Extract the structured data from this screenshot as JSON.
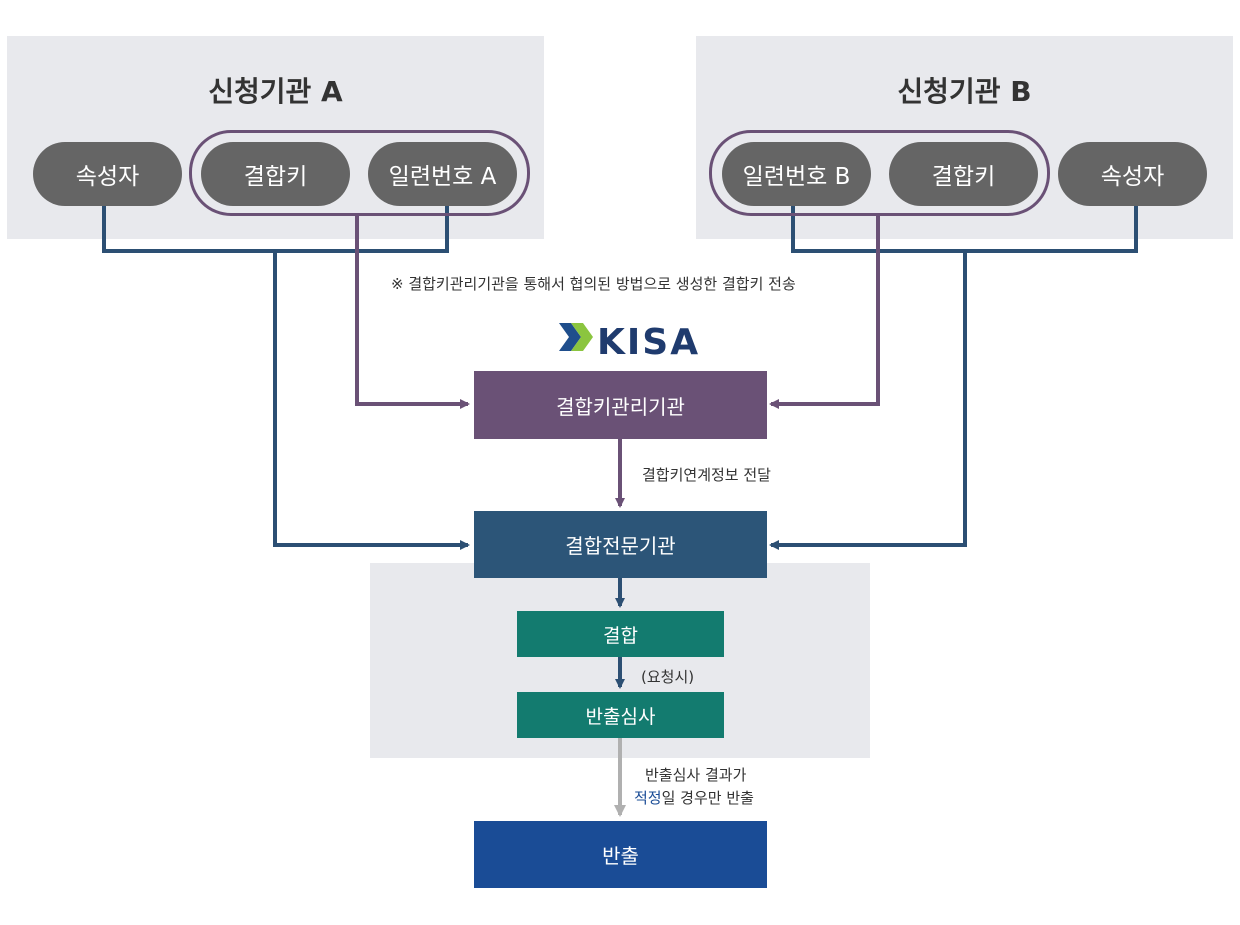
{
  "org_a": {
    "title": "신청기관 A",
    "attr_label": "속성자",
    "key_label": "결합키",
    "serial_label": "일련번호 A"
  },
  "org_b": {
    "title": "신청기관 B",
    "serial_label": "일련번호 B",
    "key_label": "결합키",
    "attr_label": "속성자"
  },
  "note_transfer": "※ 결합키관리기관을 통해서 협의된 방법으로 생성한 결합키 전송",
  "kisa_logo_text": "KISA",
  "key_mgmt_label": "결합키관리기관",
  "relay_label": "결합키연계정보 전달",
  "expert_label": "결합전문기관",
  "combine_label": "결합",
  "on_request_label": "(요청시)",
  "review_label": "반출심사",
  "review_note_line1": "반출심사 결과가",
  "review_note_highlight": "적정",
  "review_note_line2_rest": "일 경우만 반출",
  "export_label": "반출",
  "colors": {
    "navy_line": "#2c4f73",
    "purple": "#6a5176",
    "teal": "#137b6f",
    "blue_box": "#1a4c96",
    "gray_arrow": "#b0b0b0",
    "pill": "#656565",
    "panel": "#e8e9ed",
    "highlight": "#1a4c96"
  }
}
